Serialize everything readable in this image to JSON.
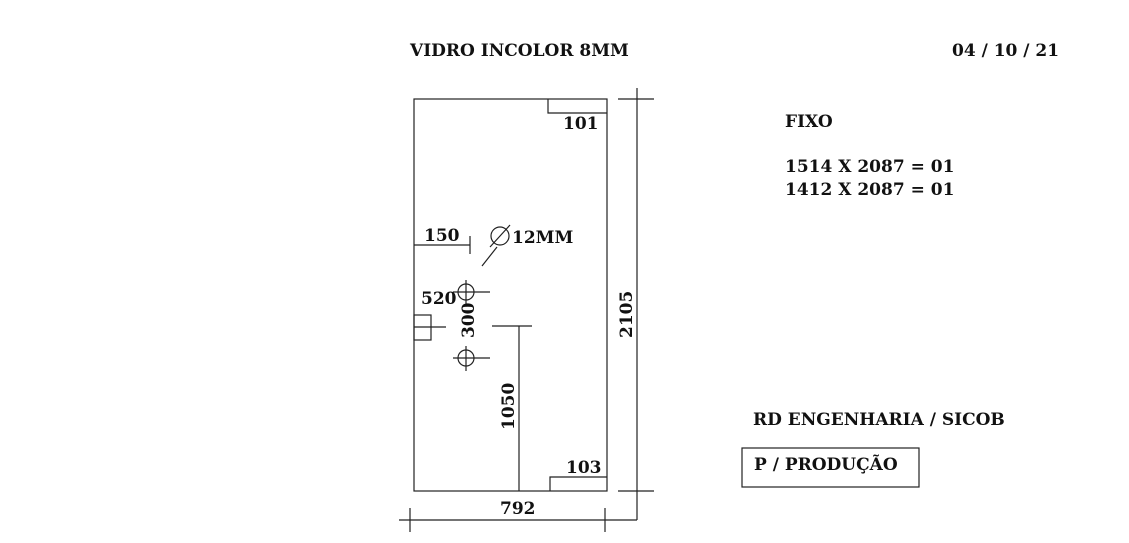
{
  "header": {
    "title": "VIDRO INCOLOR 8MM",
    "date": "04 / 10 / 21"
  },
  "drawing": {
    "corner_top": "101",
    "corner_bottom": "103",
    "dim_150": "150",
    "hole_spec": "12MM",
    "dim_520": "520",
    "dim_300": "300",
    "dim_1050": "1050",
    "dim_height": "2105",
    "dim_width": "792"
  },
  "notes": {
    "type": "FIXO",
    "line1": "1514 X 2087 = 01",
    "line2": "1412 X 2087 = 01",
    "company": "RD ENGENHARIA / SICOB",
    "stamp": "P / PRODUÇÃO"
  }
}
